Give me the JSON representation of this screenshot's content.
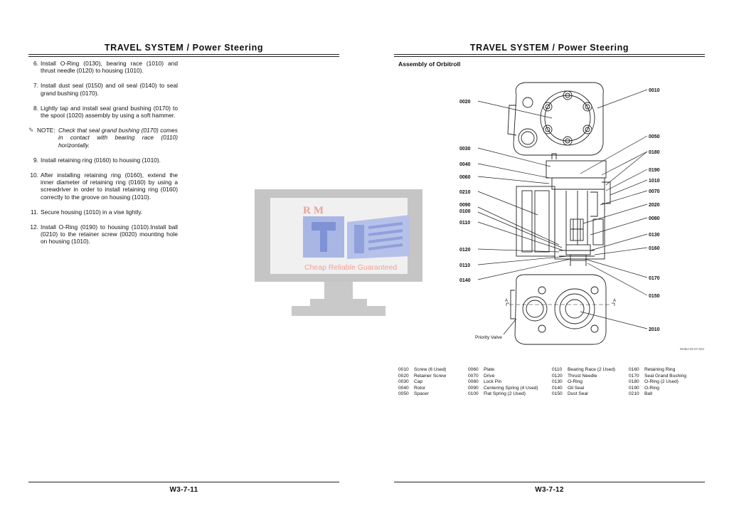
{
  "left_page": {
    "header": "TRAVEL SYSTEM / Power Steering",
    "steps": [
      {
        "num": "6.",
        "text": "Install O-Ring (0130), bearing race (1010) and thrust needle (0120) to housing (1010)."
      },
      {
        "num": "7.",
        "text": "Install dust seal (0150) and oil seal (0140) to seal grand bushing (0170)."
      },
      {
        "num": "8.",
        "text": "Lightly tap and install seal grand bushing (0170) to the spool (1020) assembly by using a soft hammer."
      }
    ],
    "note": {
      "label": "NOTE:",
      "text": "Check that seal grand bushing (0170) comes in contact with bearing race (0110) horizontally."
    },
    "steps_after": [
      {
        "num": "9.",
        "text": "Install retaining ring (0160) to housing (1010)."
      },
      {
        "num": "10.",
        "text": "After installing retaining ring (0160), extend the inner diameter of retaining ring (0160) by using a screwdriver in order to install retaining ring (0160) correctly to the groove on housing (1010)."
      },
      {
        "num": "11.",
        "text": "Secure housing (1010) in a vise lightly."
      },
      {
        "num": "12.",
        "text": "Install O-Ring (0190) to housing (1010).Install ball (0210) to the retainer screw (0020) mounting hole on housing (1010)."
      }
    ],
    "page_number": "W3-7-11"
  },
  "right_page": {
    "header": "TRAVEL SYSTEM / Power Steering",
    "section_title": "Assembly of Orbitroll",
    "figure_id": "W4BJ-03-07-024",
    "callouts_left": [
      "0020",
      "0030",
      "0040",
      "0060",
      "0210",
      "0090",
      "0100",
      "0110",
      "0120",
      "0110",
      "0140"
    ],
    "callouts_right": [
      "0010",
      "0050",
      "0180",
      "0190",
      "1010",
      "0070",
      "2020",
      "0080",
      "0130",
      "0160",
      "0170",
      "0150",
      "2010"
    ],
    "section_marks": [
      "A",
      "A"
    ],
    "priority_valve_label": "Priority Valve",
    "legend": [
      [
        {
          "code": "0010",
          "name": "Screw (6 Used)"
        },
        {
          "code": "0020",
          "name": "Retainer Screw"
        },
        {
          "code": "0030",
          "name": "Cap"
        },
        {
          "code": "0040",
          "name": "Rotor"
        },
        {
          "code": "0050",
          "name": "Spacer"
        }
      ],
      [
        {
          "code": "0060",
          "name": "Plate"
        },
        {
          "code": "0070",
          "name": "Drive"
        },
        {
          "code": "0080",
          "name": "Lock Pin"
        },
        {
          "code": "0090",
          "name": "Centering Spring (4 Used)"
        },
        {
          "code": "0100",
          "name": "Flat Spring (2 Used)"
        }
      ],
      [
        {
          "code": "0110",
          "name": "Bearing Race (2 Used)"
        },
        {
          "code": "0120",
          "name": "Thrust Needle"
        },
        {
          "code": "0130",
          "name": "O-Ring"
        },
        {
          "code": "0140",
          "name": "Oil Seal"
        },
        {
          "code": "0150",
          "name": "Dust Seal"
        }
      ],
      [
        {
          "code": "0160",
          "name": "Retaining Ring"
        },
        {
          "code": "0170",
          "name": "Seal Grand Bushing"
        },
        {
          "code": "0180",
          "name": "O-Ring (2 Used)"
        },
        {
          "code": "0190",
          "name": "O-Ring"
        },
        {
          "code": "0210",
          "name": "Ball"
        }
      ]
    ],
    "page_number": "W3-7-12"
  },
  "watermark": {
    "logo": "RM",
    "slogan": "Cheap Reliable Guaranteed"
  }
}
